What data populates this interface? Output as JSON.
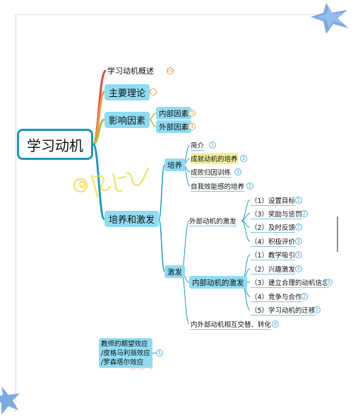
{
  "mindmap": {
    "root": "学习动机",
    "overview": "学习动机概述",
    "overview_badge": "00",
    "main_theory": "主要理论",
    "main_theory_badge": "…",
    "factors": "影响因素",
    "factors_children": [
      {
        "label": "内部因素",
        "badge": "5"
      },
      {
        "label": "外部因素",
        "badge": "4"
      }
    ],
    "cultivate_stimulate": "培养和激发",
    "cultivate": "培养",
    "cultivate_items": [
      {
        "label": "简介",
        "badge": "1"
      },
      {
        "label": "成就动机的培养",
        "badge": "3"
      },
      {
        "label": "成败归因训练",
        "badge": "2"
      },
      {
        "label": "自我效能感的培养",
        "badge": "2"
      }
    ],
    "stimulate": "激发",
    "external_motive": "外部动机的激发",
    "external_items": [
      {
        "label": "（1）设置目标",
        "badge": "1"
      },
      {
        "label": "（3）奖励与惩罚",
        "badge": "2"
      },
      {
        "label": "（2）及时反馈",
        "badge": "2"
      },
      {
        "label": "（4）积极评价",
        "badge": "3"
      }
    ],
    "internal_motive": "内部动机的激发",
    "internal_items": [
      {
        "label": "（1）教学吸引",
        "badge": "5"
      },
      {
        "label": "（2）兴趣激发",
        "badge": "3"
      },
      {
        "label": "（3）建立合理的动机信念",
        "badge": "3"
      },
      {
        "label": "（4）竞争与合作",
        "badge": "2"
      },
      {
        "label": "（5）学习动机的迁移",
        "badge": "2"
      }
    ],
    "alternate": "内外部动机相互交替、转化",
    "alternate_badge": "4",
    "teacher_effect": [
      "教师的期望效应",
      "/皮格马利翁效应",
      "/罗森塔尔效应"
    ],
    "teacher_effect_badge": "1"
  },
  "colors": {
    "root_border": "#1c9ab7",
    "branch_overview": "#e0493e",
    "branch_theory": "#f19a3a",
    "branch_factors": "#a8c43a",
    "branch_cultivate": "#1f9cc0",
    "node_fill": "#8fdcf3",
    "highlight": "#f2ef9c"
  },
  "icons": [
    "star-icon-top-right",
    "star-icon-bottom-left",
    "signature-watermark"
  ]
}
